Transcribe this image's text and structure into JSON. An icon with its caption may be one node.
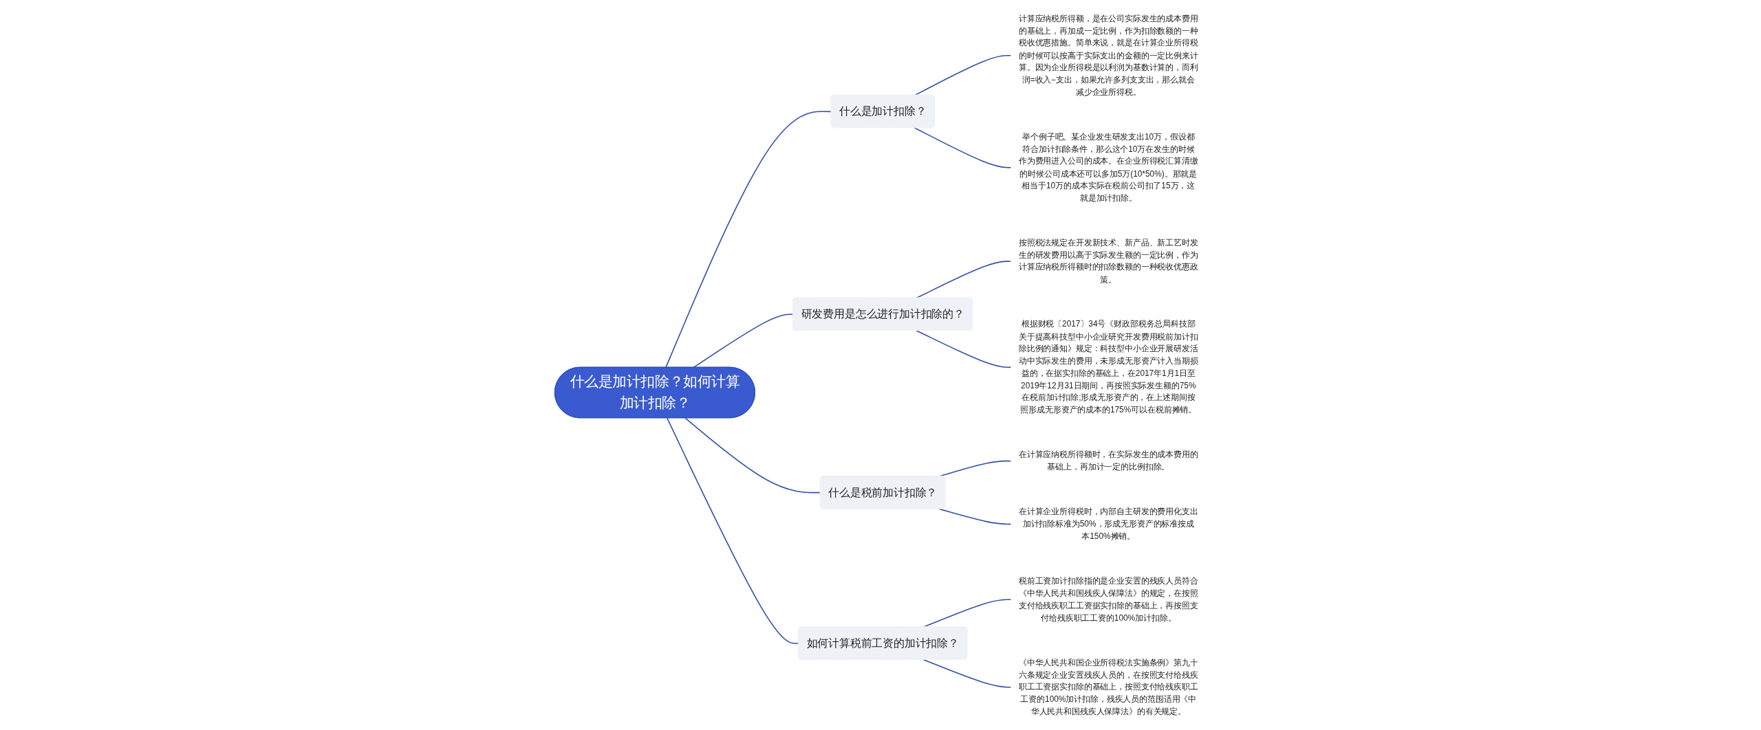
{
  "diagram": {
    "nodes": [
      {
        "text": [
          "什么是加计扣除？如何计算加计扣除？"
        ]
      },
      {
        "text": [
          "什么是加计扣除？"
        ]
      },
      {
        "text": [
          "计算应纳税所得额，是在公司实际发生的成本费用的基础上，再加成一定比例，作为扣除数额的一种税收优惠措施。简单来说，就是在计算企业所得税的时候可以按高于实际支出的金额的一定比例来计算。因为企业所得税是以利润为基数计算的，而利润=收入−支出，如果允许多列支支出，那么就会减少企业所得税。"
        ]
      },
      {
        "text": [
          "举个例子吧。某企业发生研发支出10万，假设都符合加计扣除条件，那么这个10万在发生的时候作为费用进入公司的成本。在企业所得税汇算清缴的时候公司成本还可以多加5万(10*50%)。那就是相当于10万的成本实际在税前公司扣了15万，这就是加计扣除。"
        ]
      },
      {
        "text": [
          "研发费用是怎么进行加计扣除的？"
        ]
      },
      {
        "text": [
          "按照税法规定在开发新技术、新产品、新工艺时发生的研发费用以高于实际发生额的一定比例，作为计算应纳税所得额时的扣除数额的一种税收优惠政策。"
        ]
      },
      {
        "text": [
          "根据财税〔2017〕34号《财政部税务总局科技部关于提高科技型中小企业研究开发费用税前加计扣除比例的通知》规定：科技型中小企业开展研发活动中实际发生的费用，未形成无形资产计入当期损益的，在据实扣除的基础上，在2017年1月1日至2019年12月31日期间，再按照实际发生额的75%在税前加计扣除;形成无形资产的，在上述期间按照形成无形资产的成本的175%可以在税前摊销。"
        ]
      },
      {
        "text": [
          "什么是税前加计扣除？"
        ]
      },
      {
        "text": [
          "在计算应纳税所得额时，在实际发生的成本费用的基础上，再加计一定的比例扣除。"
        ]
      },
      {
        "text": [
          "在计算企业所得税时，内部自主研发的费用化支出加计扣除标准为50%，形成无形资产的标准按成本150%摊销。"
        ]
      },
      {
        "text": [
          "如何计算税前工资的加计扣除？"
        ]
      },
      {
        "text": [
          "税前工资加计扣除指的是企业安置的残疾人员符合《中华人民共和国残疾人保障法》的规定，在按照支付给残疾职工工资据实扣除的基础上，再按照支付给残疾职工工资的100%加计扣除。"
        ]
      },
      {
        "text": [
          "《中华人民共和国企业所得税法实施条例》第九十六条规定企业安置残疾人员的，在按照支付给残疾职工工资据实扣除的基础上，按照支付给残疾职工工资的100%加计扣除，残疾人员的范围适用《中华人民共和国残疾人保障法》的有关规定。"
        ]
      }
    ],
    "edges": [
      {
        "from": 0,
        "to": 1,
        "arrow": "none"
      },
      {
        "from": 1,
        "to": 2,
        "arrow": "none"
      },
      {
        "from": 1,
        "to": 3,
        "arrow": "none"
      },
      {
        "from": 0,
        "to": 4,
        "arrow": "none"
      },
      {
        "from": 4,
        "to": 5,
        "arrow": "none"
      },
      {
        "from": 4,
        "to": 6,
        "arrow": "none"
      },
      {
        "from": 0,
        "to": 7,
        "arrow": "none"
      },
      {
        "from": 7,
        "to": 8,
        "arrow": "none"
      },
      {
        "from": 7,
        "to": 9,
        "arrow": "none"
      },
      {
        "from": 0,
        "to": 10,
        "arrow": "none"
      },
      {
        "from": 10,
        "to": 11,
        "arrow": "none"
      },
      {
        "from": 10,
        "to": 12,
        "arrow": "none"
      }
    ]
  }
}
